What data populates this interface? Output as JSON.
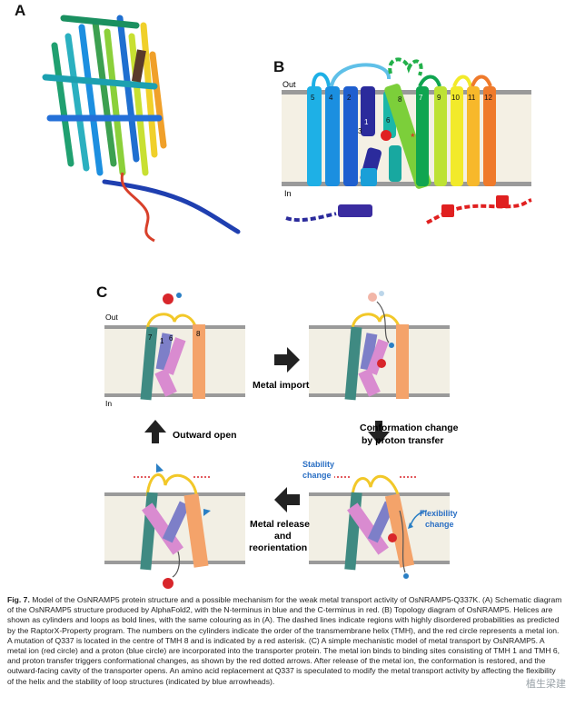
{
  "panels": {
    "a": "A",
    "b": "B",
    "c": "C"
  },
  "topology": {
    "out_label": "Out",
    "in_label": "In",
    "helix_numbers": [
      "5",
      "4",
      "2",
      "1",
      "3",
      "6",
      "8",
      "7",
      "9",
      "10",
      "11",
      "12"
    ],
    "colors": {
      "h1": "#2b2b9c",
      "h2": "#1f5fcf",
      "h3": "#22338f",
      "h4": "#1b8fe0",
      "h5": "#1eb0e6",
      "h6": "#1bb7a8",
      "h7": "#10a550",
      "h8": "#7ccf3a",
      "h9": "#bde234",
      "h10": "#f2ea2a",
      "h11": "#f7b82b",
      "h12": "#ef7a2b",
      "metal_ion": "#e02020",
      "mutation": "#e02020"
    }
  },
  "mechanism": {
    "out_label": "Out",
    "in_label": "In",
    "helix_labels": [
      "7",
      "1",
      "6",
      "8"
    ],
    "metal_import": "Metal import",
    "conformation_change": [
      "Conformation change",
      "by proton transfer"
    ],
    "outward_open": "Outward open",
    "metal_release": [
      "Metal release",
      "and",
      "reorientation"
    ],
    "stability_change": [
      "Stability",
      "change"
    ],
    "flexibility_change": [
      "Flexibility",
      "change"
    ],
    "colors": {
      "tmh1": "#d98bd0",
      "tmh6": "#7d7fc8",
      "tmh7": "#3f8a82",
      "tmh8": "#f4a36a",
      "loop": "#f2c829",
      "metal": "#d8262b",
      "proton": "#2a7fc4",
      "stability_text": "#2a6fc4"
    }
  },
  "caption": {
    "figno": "Fig. 7.",
    "text": "Model of the OsNRAMP5 protein structure and a possible mechanism for the weak metal transport activity of OsNRAMP5-Q337K. (A) Schematic diagram of the OsNRAMP5 structure produced by AlphaFold2, with the N-terminus in blue and the C-terminus in red. (B) Topology diagram of OsNRAMP5. Helices are shown as cylinders and loops as bold lines, with the same colouring as in (A). The dashed lines indicate regions with highly disordered probabilities as predicted by the RaptorX-Property program. The numbers on the cylinders indicate the order of the transmembrane helix (TMH), and the red circle represents a metal ion. A mutation of Q337 is located in the centre of TMH 8 and is indicated by a red asterisk. (C) A simple mechanistic model of metal transport by OsNRAMP5. A metal ion (red circle) and a proton (blue circle) are incorporated into the transporter protein. The metal ion binds to binding sites consisting of TMH 1 and TMH 6, and proton transfer triggers conformational changes, as shown by the red dotted arrows. After release of the metal ion, the conformation is restored, and the outward-facing cavity of the transporter opens. An amino acid replacement at Q337 is speculated to modify the metal transport activity by affecting the flexibility of the helix and the stability of loop structures (indicated by blue arrowheads)."
  },
  "watermark": "植生梁建"
}
